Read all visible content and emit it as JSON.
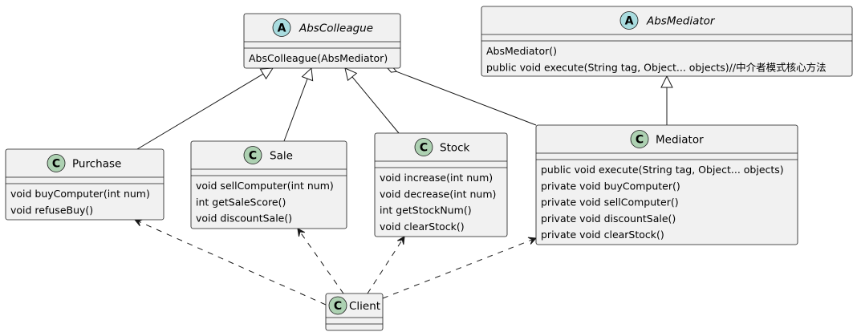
{
  "diagram": {
    "classes": {
      "abs_colleague": {
        "badge": "A",
        "name": "AbsColleague",
        "members": [
          "AbsColleague(AbsMediator)"
        ]
      },
      "abs_mediator": {
        "badge": "A",
        "name": "AbsMediator",
        "members": [
          "AbsMediator()",
          "public void execute(String tag, Object... objects)//中介者模式核心方法"
        ]
      },
      "purchase": {
        "badge": "C",
        "name": "Purchase",
        "members": [
          "void buyComputer(int num)",
          "void refuseBuy()"
        ]
      },
      "sale": {
        "badge": "C",
        "name": "Sale",
        "members": [
          "void sellComputer(int num)",
          "int getSaleScore()",
          "void discountSale()"
        ]
      },
      "stock": {
        "badge": "C",
        "name": "Stock",
        "members": [
          "void increase(int num)",
          "void decrease(int num)",
          "int getStockNum()",
          "void clearStock()"
        ]
      },
      "mediator": {
        "badge": "C",
        "name": "Mediator",
        "members": [
          "public void execute(String tag, Object... objects)",
          "private void buyComputer()",
          "private void sellComputer()",
          "private void discountSale()",
          "private void clearStock()"
        ]
      },
      "client": {
        "badge": "C",
        "name": "Client",
        "members": []
      }
    },
    "relations": [
      {
        "from": "purchase",
        "to": "abs_colleague",
        "kind": "inheritance"
      },
      {
        "from": "sale",
        "to": "abs_colleague",
        "kind": "inheritance"
      },
      {
        "from": "stock",
        "to": "abs_colleague",
        "kind": "inheritance"
      },
      {
        "from": "mediator",
        "to": "abs_colleague",
        "kind": "aggregation"
      },
      {
        "from": "mediator",
        "to": "abs_mediator",
        "kind": "inheritance"
      },
      {
        "from": "client",
        "to": "purchase",
        "kind": "dependency"
      },
      {
        "from": "client",
        "to": "sale",
        "kind": "dependency"
      },
      {
        "from": "client",
        "to": "stock",
        "kind": "dependency"
      },
      {
        "from": "client",
        "to": "mediator",
        "kind": "dependency"
      }
    ],
    "colors": {
      "class_fill": "#f1f1f1",
      "border": "#181818",
      "badge_class": "#add1b2",
      "badge_abstract": "#a9dcdf"
    }
  }
}
